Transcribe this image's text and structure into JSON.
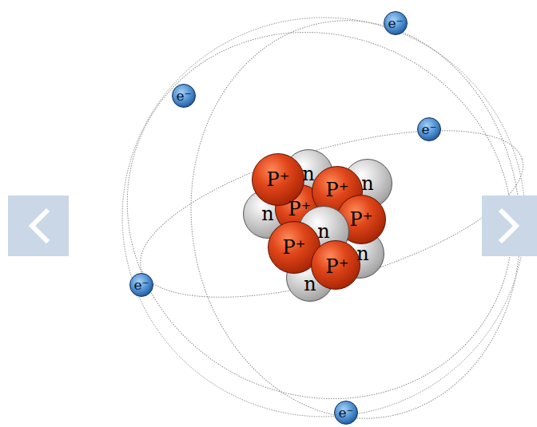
{
  "diagram": {
    "nodes": [
      {
        "text": [
          "e⁻"
        ]
      },
      {
        "text": [
          "e⁻"
        ]
      },
      {
        "text": [
          "e⁻"
        ]
      },
      {
        "text": [
          "P⁺"
        ]
      },
      {
        "text": [
          "n"
        ]
      },
      {
        "text": [
          "P⁺"
        ]
      },
      {
        "text": [
          "n"
        ]
      },
      {
        "text": [
          "n"
        ]
      },
      {
        "text": [
          "P⁺"
        ]
      },
      {
        "text": [
          "P⁺"
        ]
      },
      {
        "text": [
          "n"
        ]
      },
      {
        "text": [
          "P⁺"
        ]
      },
      {
        "text": [
          "n"
        ]
      },
      {
        "text": [
          "P⁺"
        ]
      },
      {
        "text": [
          "n"
        ]
      },
      {
        "text": [
          "e⁻"
        ]
      },
      {
        "text": [
          "e⁻"
        ]
      }
    ]
  }
}
